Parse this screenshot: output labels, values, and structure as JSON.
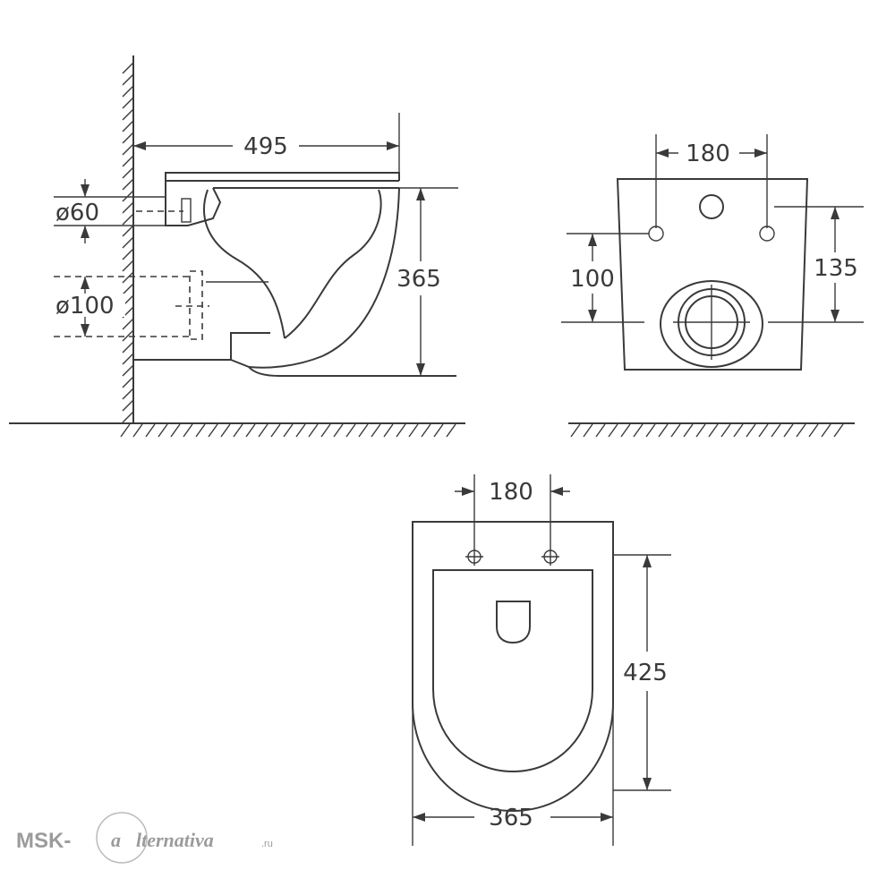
{
  "side_view": {
    "depth_label": "495",
    "height_label": "365",
    "inlet_label": "ø60",
    "outlet_label": "ø100"
  },
  "rear_view": {
    "bolt_spacing_label": "180",
    "bolt_height_label": "100",
    "outlet_height_label": "135"
  },
  "top_view": {
    "bolt_spacing_label": "180",
    "length_label": "425",
    "width_label": "365"
  },
  "watermark": {
    "prefix": "MSK-",
    "logo_letter": "a",
    "suffix": "lternativa",
    "tld": ".ru"
  }
}
